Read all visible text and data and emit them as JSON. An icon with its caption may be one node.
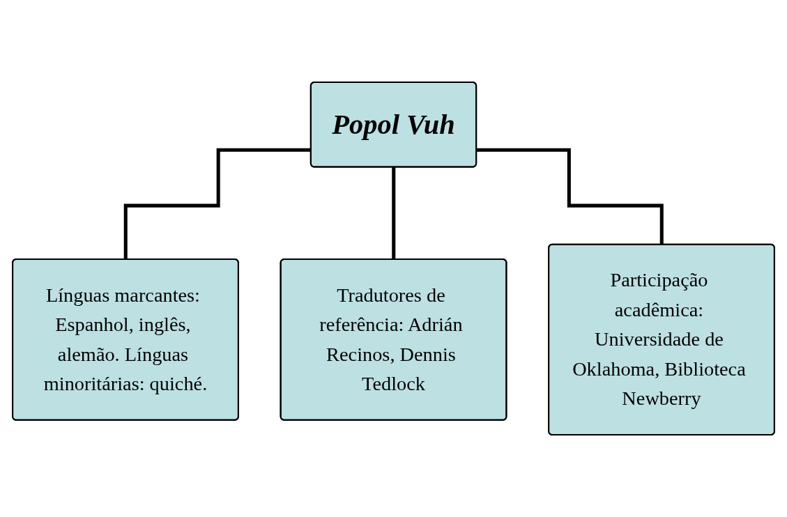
{
  "diagram": {
    "nodes": [
      {
        "text": [
          "Popol Vuh"
        ]
      },
      {
        "text": [
          "Línguas marcantes: Espanhol, inglês, alemão. Línguas minoritárias: quiché."
        ]
      },
      {
        "text": [
          "Tradutores de referência: Adrián Recinos, Dennis Tedlock"
        ]
      },
      {
        "text": [
          "Participação acadêmica: Universidade de Oklahoma, Biblioteca Newberry"
        ]
      }
    ],
    "edges": [
      {
        "from": 0,
        "to": 1,
        "arrow": "none"
      },
      {
        "from": 0,
        "to": 2,
        "arrow": "none"
      },
      {
        "from": 0,
        "to": 3,
        "arrow": "none"
      }
    ]
  }
}
